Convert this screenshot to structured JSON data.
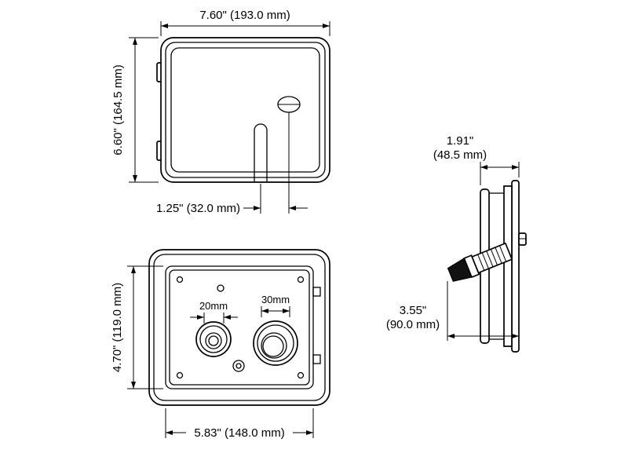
{
  "front_view": {
    "width_label": "7.60\" (193.0 mm)",
    "height_label": "6.60\" (164.5 mm)",
    "slot_offset_label": "1.25\" (32.0 mm)"
  },
  "rear_view": {
    "height_label": "4.70\" (119.0 mm)",
    "width_label": "5.83\" (148.0 mm)",
    "small_inlet_label": "20mm",
    "large_inlet_label": "30mm"
  },
  "side_view": {
    "depth_label_in": "1.91\"",
    "depth_label_mm": "(48.5 mm)",
    "total_depth_label_in": "3.55\"",
    "total_depth_label_mm": "(90.0 mm)"
  },
  "colors": {
    "line": "#000000",
    "background": "#ffffff"
  }
}
